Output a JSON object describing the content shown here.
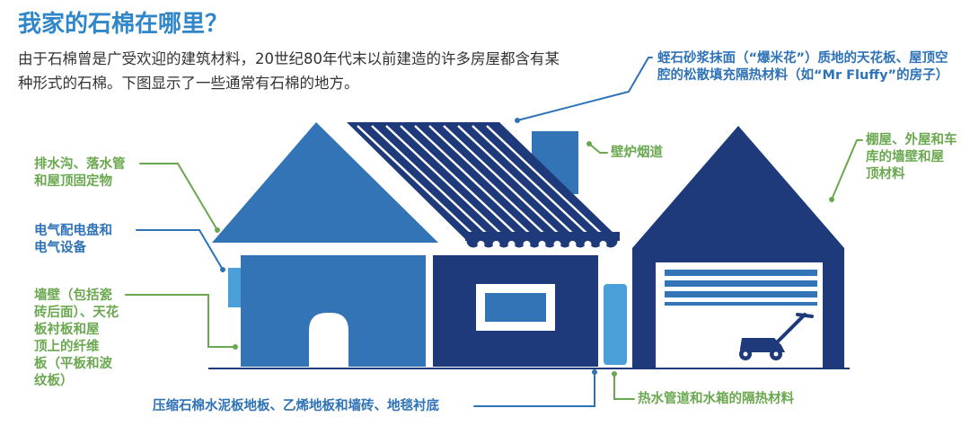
{
  "title": "我家的石棉在哪里？",
  "intro": {
    "line1": "由于石棉曾是广受欢迎的建筑材料，20世纪80年代末以前建造的许多房屋都含有某",
    "line2": "种形式的石棉。下图显示了一些通常有石棉的地方。"
  },
  "callouts": {
    "ceiling": {
      "line1": "蛭石砂浆抹面（“爆米花”）质地的天花板、屋顶空",
      "line2": "腔的松散填充隔热材料（如“Mr Fluffy”的房子）"
    },
    "chimney": {
      "line1": "壁炉烟道"
    },
    "shed": {
      "line1": "棚屋、外屋和车",
      "line2": "库的墙壁和屋",
      "line3": "顶材料"
    },
    "gutters": {
      "line1": "排水沟、落水管",
      "line2": "和屋顶固定物"
    },
    "electrical": {
      "line1": "电气配电盘和",
      "line2": "电气设备"
    },
    "walls": {
      "line1": "墙壁（包括瓷",
      "line2": "砖后面）、天花",
      "line3": "板衬板和屋",
      "line4": "顶上的纤维",
      "line5": "板（平板和波",
      "line6": "纹板）"
    },
    "floors": {
      "line1": "压缩石棉水泥板地板、乙烯地板和墙砖、地毯衬底"
    },
    "hotwater": {
      "line1": "热水管道和水箱的隔热材料"
    }
  },
  "colors": {
    "title": "#2f86c9",
    "navy": "#1f3a7a",
    "mid_blue": "#3374b6",
    "light_blue": "#4a9fd8",
    "green_text": "#6aa84f",
    "blue_text": "#2e72b8",
    "text": "#333333"
  }
}
